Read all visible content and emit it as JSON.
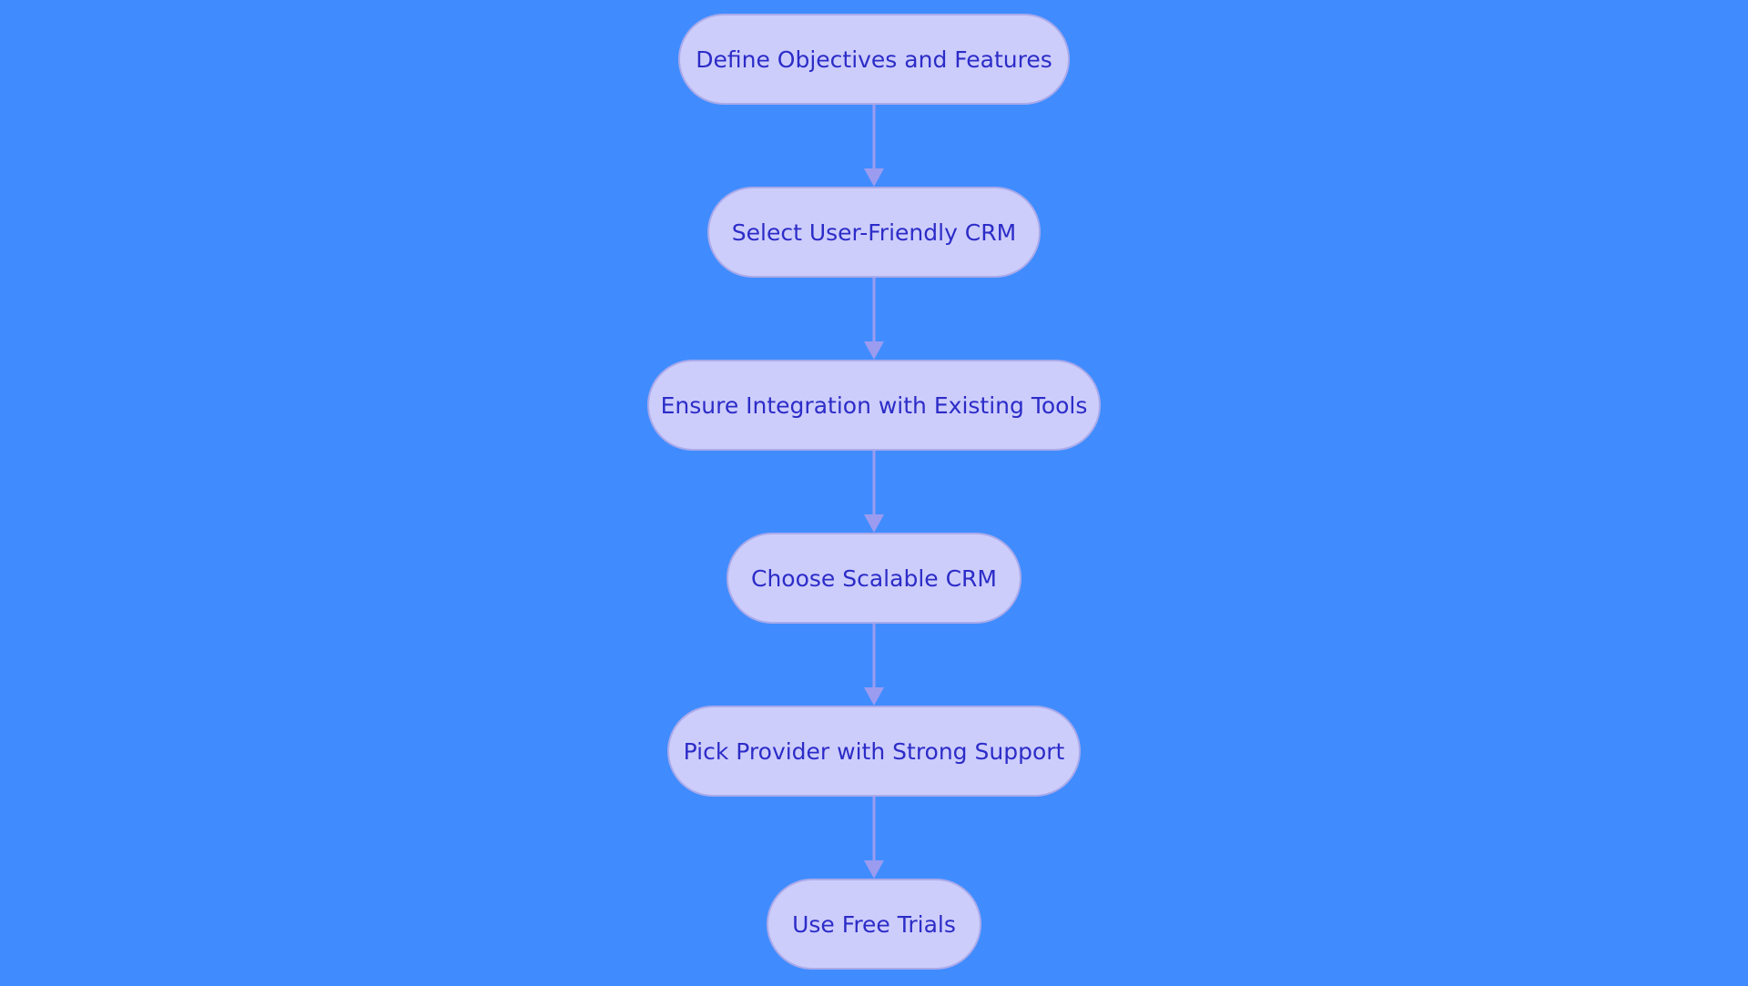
{
  "diagram": {
    "type": "flowchart",
    "direction": "top-to-bottom",
    "colors": {
      "background": "#408cff",
      "node_fill": "#cdcdfc",
      "node_border": "#aaaaea",
      "node_text": "#2c2cc8",
      "connector": "#9b9bf0"
    },
    "nodes": [
      {
        "id": "n1",
        "label": "Define Objectives and Features"
      },
      {
        "id": "n2",
        "label": "Select User-Friendly CRM"
      },
      {
        "id": "n3",
        "label": "Ensure Integration with Existing Tools"
      },
      {
        "id": "n4",
        "label": "Choose Scalable CRM"
      },
      {
        "id": "n5",
        "label": "Pick Provider with Strong Support"
      },
      {
        "id": "n6",
        "label": "Use Free Trials"
      }
    ],
    "edges": [
      {
        "from": "n1",
        "to": "n2"
      },
      {
        "from": "n2",
        "to": "n3"
      },
      {
        "from": "n3",
        "to": "n4"
      },
      {
        "from": "n4",
        "to": "n5"
      },
      {
        "from": "n5",
        "to": "n6"
      }
    ]
  }
}
